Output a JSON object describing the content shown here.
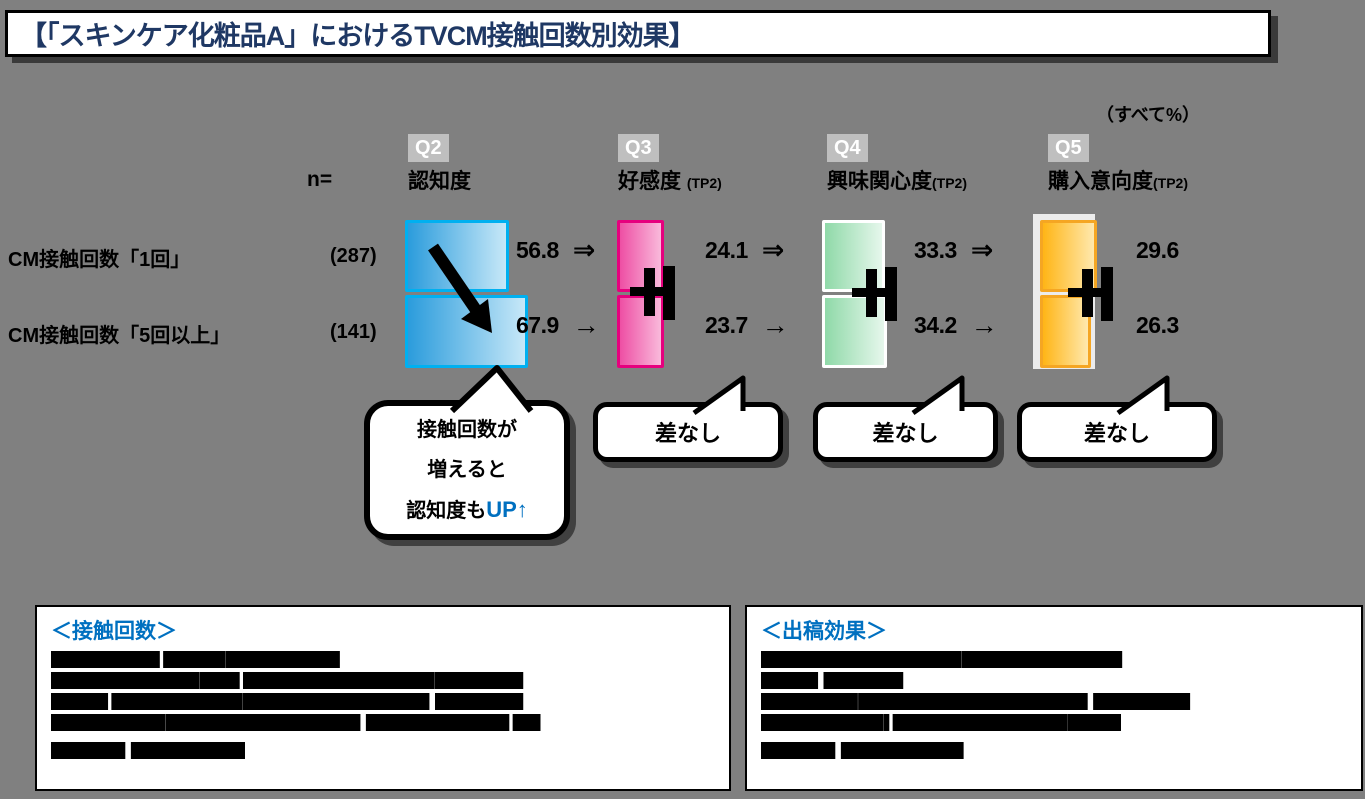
{
  "title": "【「スキンケア化粧品A」におけるTVCM接触回数別効果】",
  "unit_note": "（すべて%）",
  "chart_data": {
    "type": "bar",
    "orientation": "horizontal",
    "title": "「スキンケア化粧品A」におけるTVCM接触回数別効果",
    "unit": "%",
    "n_label": "n=",
    "rows": [
      {
        "label": "CM接触回数「1回」",
        "n": "(287)"
      },
      {
        "label": "CM接触回数「5回以上」",
        "n": "(141)"
      }
    ],
    "columns": [
      {
        "q": "Q2",
        "name": "認知度",
        "suffix": "",
        "values": [
          56.8,
          67.9
        ],
        "arrows": [
          "⇒",
          "→"
        ],
        "bar": {
          "border": "#00B0F0",
          "from": "#2B9CDC",
          "to": "#C7E8F8"
        }
      },
      {
        "q": "Q3",
        "name": "好感度 ",
        "suffix": "(TP2)",
        "values": [
          24.1,
          23.7
        ],
        "arrows": [
          "⇒",
          "→"
        ],
        "bar": {
          "border": "#E6007E",
          "from": "#EE4FA4",
          "to": "#F9BADB"
        }
      },
      {
        "q": "Q4",
        "name": "興味関心度",
        "suffix": "(TP2)",
        "values": [
          33.3,
          34.2
        ],
        "arrows": [
          "⇒",
          "→"
        ],
        "bar": {
          "border": "#FFFFFF",
          "from": "#8FD9A8",
          "to": "#E6F7EC"
        }
      },
      {
        "q": "Q5",
        "name": "購入意向度",
        "suffix": "(TP2)",
        "values": [
          29.6,
          26.3
        ],
        "arrows": [
          null,
          null
        ],
        "bar": {
          "border": "#F5A623",
          "from": "#FFB516",
          "to": "#FFE9AE"
        }
      }
    ],
    "xlim": [
      0,
      100
    ],
    "annotations": [
      "awareness-increase-arrow",
      "no-diff-marker-q3",
      "no-diff-marker-q4",
      "no-diff-marker-q5"
    ]
  },
  "callouts": {
    "main": {
      "line1": "接触回数が",
      "line2": "増えると",
      "line3_prefix": "認知度も",
      "line3_highlight": "UP↑"
    },
    "no_diff": [
      "差なし",
      "差なし",
      "差なし"
    ]
  },
  "notes": {
    "left": {
      "header": "＜接触回数＞",
      "illegible": true,
      "lines": [
        "████████████▌███████ █████████████",
        "█████████████████ ████▌██████████████████████ ██████████",
        "██████▌███████████████ █████████████████████▌ ██████████",
        "█████████████ ██████████████████████▌ ████████████████▌███",
        "████████▌ █████████████"
      ]
    },
    "right": {
      "header": "＜出稿効果＞",
      "illegible": true,
      "lines": [
        "███████████████████████ ██████████████████▌",
        "██████▌ █████████",
        "███████████ ██████████████████████████▌ ███████████",
        "██████████████ ▌████████████████████ ██████",
        "████████▌ ██████████████"
      ]
    }
  },
  "colors": {
    "background": "#808080",
    "title_text": "#1F3864",
    "accent_blue": "#0070C0",
    "q_badge_bg": "#BFBFBF",
    "callout_border": "#000000"
  }
}
